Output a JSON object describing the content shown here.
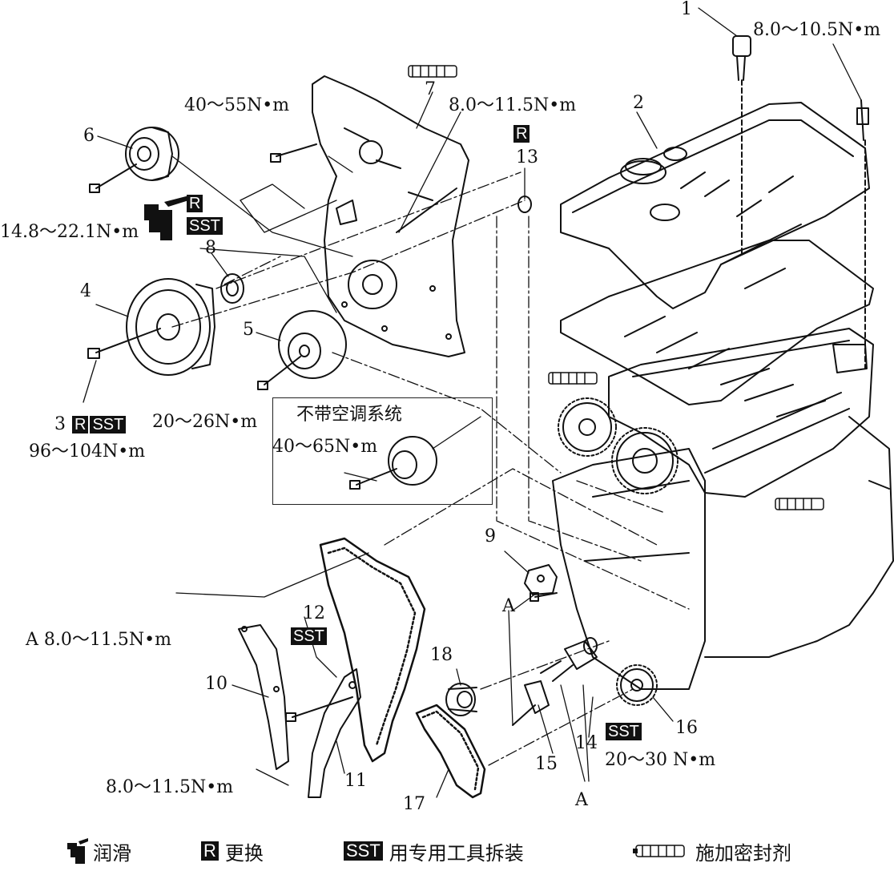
{
  "callouts": {
    "p1": "1",
    "p2": "2",
    "p3": "3",
    "p4": "4",
    "p5": "5",
    "p6": "6",
    "p7": "7",
    "p8": "8",
    "p9": "9",
    "p10": "10",
    "p11": "11",
    "p12": "12",
    "p13": "13",
    "p14": "14",
    "p15": "15",
    "p16": "16",
    "p17": "17",
    "p18": "18",
    "a1": "A",
    "a2": "A"
  },
  "torques": {
    "t_top_right": "8.0～10.5N•m",
    "t_cover_bolt": "40～55N•m",
    "t_cover_small": "8.0～11.5N•m",
    "t_idler6": "14.8～22.1N•m",
    "t_pulley": "96～104N•m",
    "t_idler5": "20～26N•m",
    "t_noac": "40～65N•m",
    "t_a": "A 8.0～11.5N•m",
    "t_guide": "8.0～11.5N•m",
    "t_sprocket": "20～30 N•m"
  },
  "badges": {
    "r": "R",
    "sst": "SST"
  },
  "boxes": {
    "no_ac_title": "不带空调系统"
  },
  "legend": {
    "lubricate": "润滑",
    "replace": "更换",
    "special_tool": "用专用工具拆装",
    "sealant": "施加密封剂"
  }
}
